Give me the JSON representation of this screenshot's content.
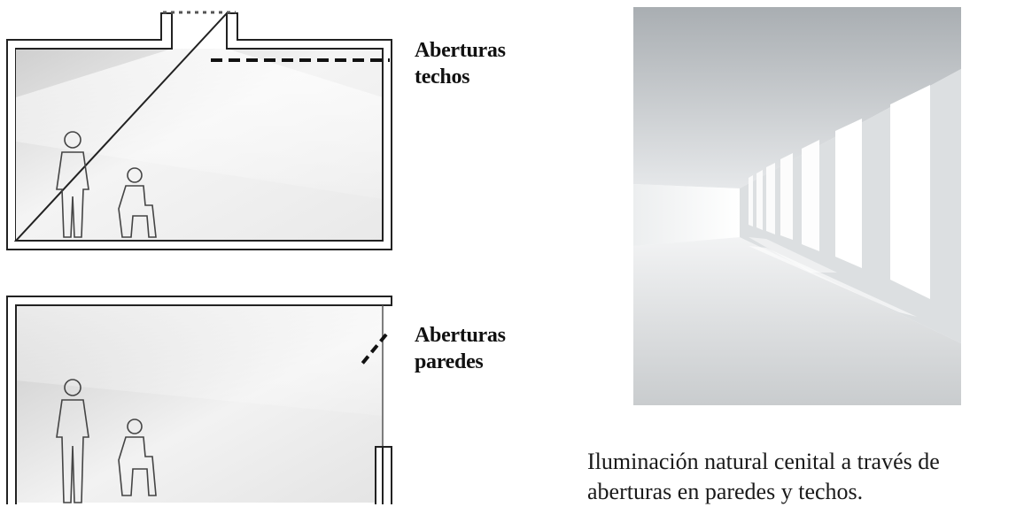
{
  "top_section": {
    "label_line1": "Aberturas",
    "label_line2": "techos"
  },
  "bottom_section": {
    "label_line1": "Aberturas",
    "label_line2": "paredes"
  },
  "caption": {
    "line1": "Iluminación natural cenital a través de",
    "line2": "aberturas en paredes y techos."
  }
}
